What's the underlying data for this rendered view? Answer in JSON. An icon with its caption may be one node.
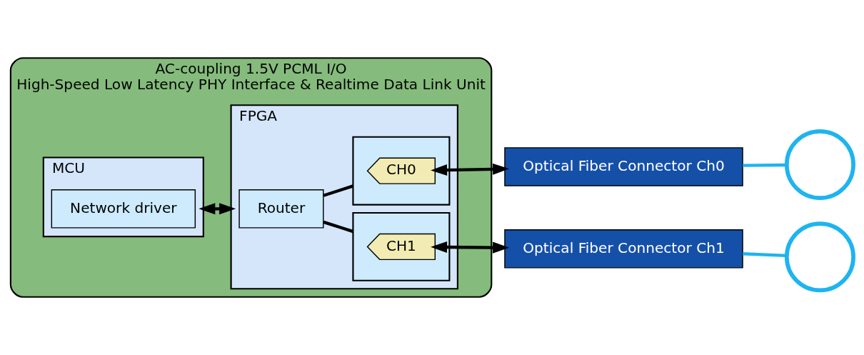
{
  "diagram": {
    "nodes": [
      {
        "text": [
          "AC-coupling 1.5V PCML I/O",
          "High-Speed Low Latency PHY Interface & Realtime Data Link Unit"
        ]
      },
      {
        "text": [
          "MCU"
        ],
        "in": 0
      },
      {
        "text": [
          "Network driver"
        ],
        "in": 1
      },
      {
        "text": [
          "FPGA"
        ],
        "in": 0
      },
      {
        "text": [
          "Router"
        ],
        "in": 3
      },
      {
        "text": [],
        "shape": "box",
        "in": 3
      },
      {
        "text": [
          "CH0"
        ],
        "in": 5
      },
      {
        "text": [],
        "shape": "box",
        "in": 3
      },
      {
        "text": [
          "CH1"
        ],
        "in": 7
      },
      {
        "text": [
          "Optical Fiber Connector Ch0"
        ]
      },
      {
        "text": [
          "Optical Fiber Connector Ch1"
        ]
      },
      {
        "text": [],
        "shape": "circle"
      },
      {
        "text": [],
        "shape": "circle"
      }
    ],
    "edges": [
      {
        "from": 1,
        "to": 3,
        "arrow": "both"
      },
      {
        "from": 4,
        "to": 5,
        "arrow": "none"
      },
      {
        "from": 4,
        "to": 7,
        "arrow": "none"
      },
      {
        "from": 6,
        "to": 9,
        "arrow": "both"
      },
      {
        "from": 8,
        "to": 10,
        "arrow": "both"
      },
      {
        "from": 9,
        "to": 11,
        "arrow": "none",
        "color": "#1eb4f0"
      },
      {
        "from": 10,
        "to": 12,
        "arrow": "none",
        "color": "#1eb4f0"
      }
    ]
  }
}
